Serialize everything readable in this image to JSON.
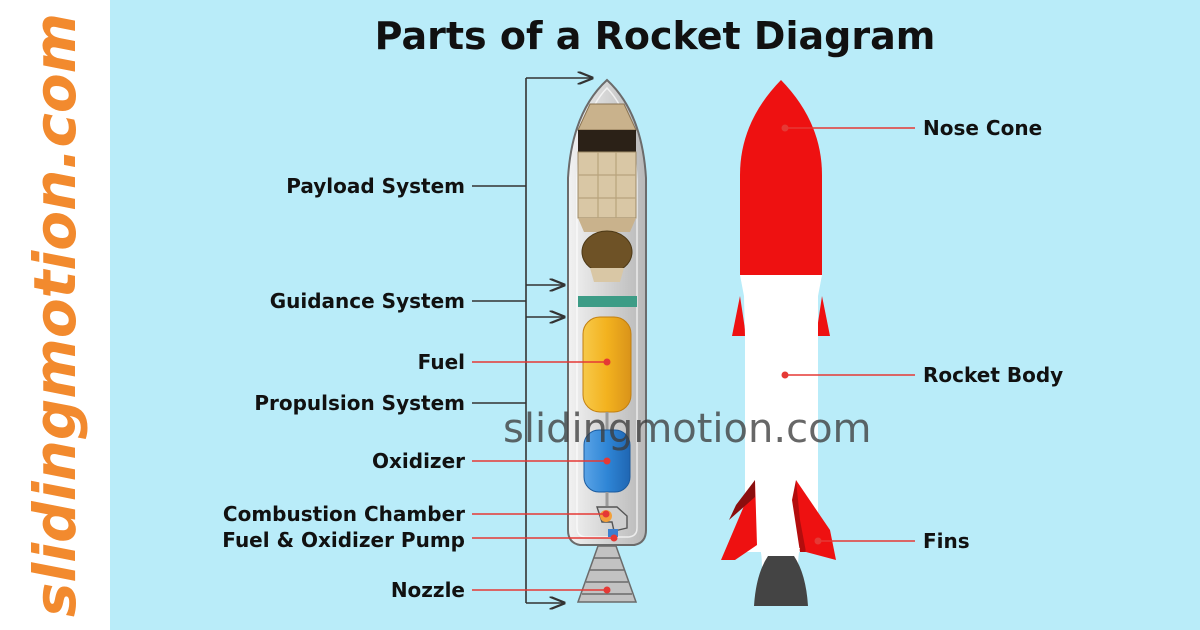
{
  "side_brand": "slidingmotion.com",
  "title": "Parts of a Rocket Diagram",
  "watermark": "slidingmotion.com",
  "left_labels": {
    "payload_system": "Payload System",
    "guidance_system": "Guidance System",
    "fuel": "Fuel",
    "propulsion_system": "Propulsion System",
    "oxidizer": "Oxidizer",
    "combustion_chamber": "Combustion Chamber",
    "pump": "Fuel & Oxidizer Pump",
    "nozzle": "Nozzle"
  },
  "right_labels": {
    "nose_cone": "Nose Cone",
    "rocket_body": "Rocket Body",
    "fins": "Fins"
  },
  "colors": {
    "background": "#b9ecf9",
    "brand": "#f28a2e",
    "pointer": "#e53935",
    "rocket_red": "#ee1111",
    "fuel_tank": "#f3b21e",
    "oxidizer_tank": "#2f86d6",
    "guidance_band": "#3d9c86"
  }
}
